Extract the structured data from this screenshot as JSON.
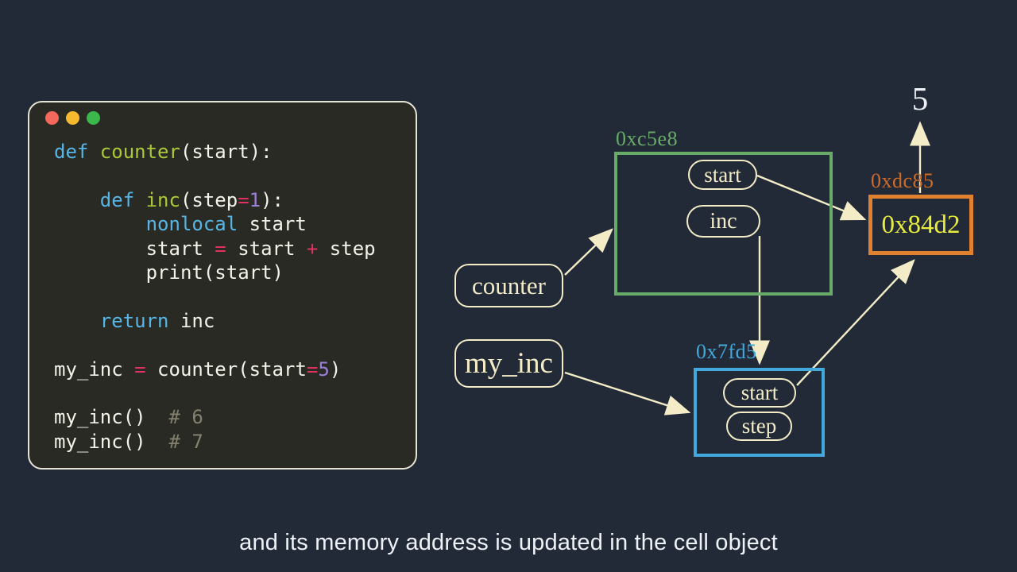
{
  "caption": "and its memory address is updated in the cell object",
  "code_window": {
    "traffic_lights": [
      "red",
      "yellow",
      "green"
    ],
    "lines": [
      [
        {
          "t": "def ",
          "c": "kw"
        },
        {
          "t": "counter",
          "c": "fn"
        },
        {
          "t": "(start):",
          "c": "pl"
        }
      ],
      [],
      [
        {
          "t": "    ",
          "c": "pl"
        },
        {
          "t": "def ",
          "c": "kw"
        },
        {
          "t": "inc",
          "c": "fn"
        },
        {
          "t": "(step",
          "c": "pl"
        },
        {
          "t": "=",
          "c": "op"
        },
        {
          "t": "1",
          "c": "num"
        },
        {
          "t": "):",
          "c": "pl"
        }
      ],
      [
        {
          "t": "        ",
          "c": "pl"
        },
        {
          "t": "nonlocal",
          "c": "kw"
        },
        {
          "t": " start",
          "c": "pl"
        }
      ],
      [
        {
          "t": "        start ",
          "c": "pl"
        },
        {
          "t": "=",
          "c": "op"
        },
        {
          "t": " start ",
          "c": "pl"
        },
        {
          "t": "+",
          "c": "op"
        },
        {
          "t": " step",
          "c": "pl"
        }
      ],
      [
        {
          "t": "        print(start)",
          "c": "pl"
        }
      ],
      [],
      [
        {
          "t": "    ",
          "c": "pl"
        },
        {
          "t": "return",
          "c": "kw"
        },
        {
          "t": " inc",
          "c": "pl"
        }
      ],
      [],
      [
        {
          "t": "my_inc ",
          "c": "pl"
        },
        {
          "t": "=",
          "c": "op"
        },
        {
          "t": " counter(start",
          "c": "pl"
        },
        {
          "t": "=",
          "c": "op"
        },
        {
          "t": "5",
          "c": "num"
        },
        {
          "t": ")",
          "c": "pl"
        }
      ],
      [],
      [
        {
          "t": "my_inc()  ",
          "c": "pl"
        },
        {
          "t": "# 6",
          "c": "cm"
        }
      ],
      [
        {
          "t": "my_inc()  ",
          "c": "pl"
        },
        {
          "t": "# 7",
          "c": "cm"
        }
      ]
    ]
  },
  "diagram": {
    "counter_frame": {
      "address": "0xc5e8",
      "vars": [
        "start",
        "inc"
      ]
    },
    "inc_frame": {
      "address": "0x7fd5",
      "vars": [
        "start",
        "step"
      ]
    },
    "cell": {
      "address": "0xdc85",
      "value": "0x84d2"
    },
    "global_refs": [
      {
        "label": "counter"
      },
      {
        "label": "my_inc"
      }
    ],
    "result_value": "5"
  },
  "colors": {
    "bg": "#222a38",
    "window-bg": "#2a2a24",
    "window-border": "#e5e3d6",
    "light-red": "#f4695c",
    "light-yellow": "#f5b82e",
    "light-green": "#3ab84c",
    "code-plain": "#f4f3ea",
    "code-kw": "#57b6e5",
    "code-fn": "#a9c938",
    "code-op": "#e0315f",
    "code-num": "#9d80d8",
    "code-comment": "#84816f",
    "cream": "#f3ecc7",
    "frame-green": "#68ab68",
    "frame-blue": "#42a9dc",
    "frame-orange": "#e0812f",
    "label-orange": "#cf6b28",
    "value-yellow": "#e9ec3c",
    "caption-white": "#eef2f6"
  }
}
